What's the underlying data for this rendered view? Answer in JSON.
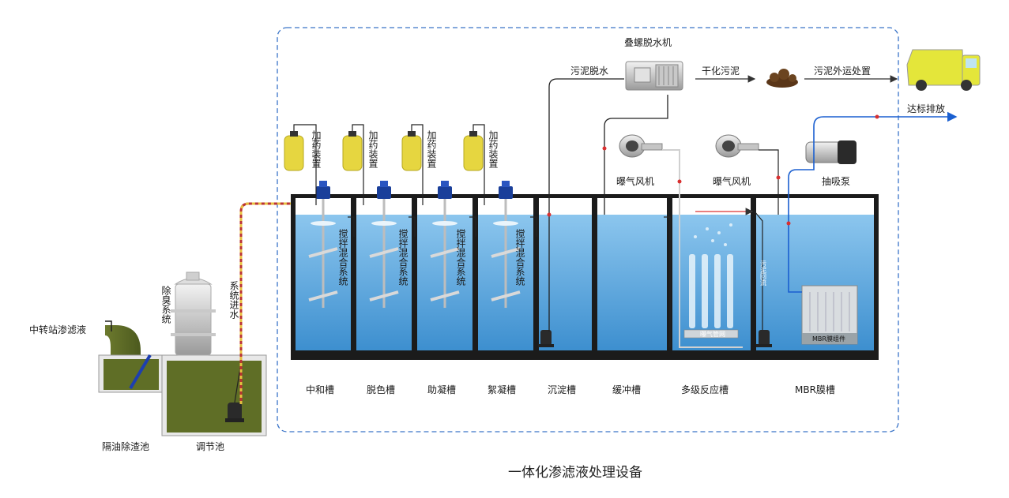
{
  "title": "一体化渗滤液处理设备",
  "inflow_label": "中转站渗滤液",
  "deodor_label": "除臭系统",
  "system_inlet_label": "系统进水",
  "oil_tank_label": "隔油除渣池",
  "adjust_tank_label": "调节池",
  "dosing_label": "加药装置",
  "stir_label": "搅拌混合系统",
  "tanks": [
    "中和槽",
    "脱色槽",
    "助凝槽",
    "絮凝槽",
    "沉淀槽",
    "缓冲槽",
    "多级反应槽",
    "MBR膜槽"
  ],
  "dewater_machine_label": "叠螺脱水机",
  "sludge_dewater_label": "污泥脱水",
  "dry_sludge_label": "干化污泥",
  "sludge_out_label": "污泥外运处置",
  "discharge_label": "达标排放",
  "blower_label": "曝气风机",
  "pump_label": "抽吸泵",
  "aeration_pipe_label": "曝气管网",
  "return_label": "污泥回流",
  "mbr_module_label": "MBR膜组件",
  "colors": {
    "water": "#5aa7df",
    "tank_border": "#111111",
    "dashed_border": "#3a74c8",
    "adjust_green": "#5f6e26",
    "dosing_yellow": "#e6d640",
    "motor_blue": "#1a3f9a",
    "return_red": "#d93030",
    "flow_blue": "#1a5fd0",
    "truck_yellow": "#e4e63a"
  }
}
